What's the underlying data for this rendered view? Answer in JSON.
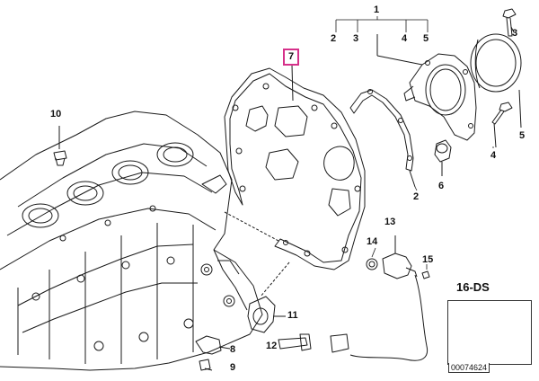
{
  "diagram": {
    "callouts": {
      "c1": "1",
      "c2a": "2",
      "c3a": "3",
      "c4a": "4",
      "c5a": "5",
      "c3b": "3",
      "c5b": "5",
      "c4b": "4",
      "c2b": "2",
      "c6": "6",
      "c7": "7",
      "c10": "10",
      "c13": "13",
      "c14": "14",
      "c15": "15",
      "c11": "11",
      "c12": "12",
      "c8": "8",
      "c9": "9"
    },
    "model_label": "16-DS",
    "reference_id": "00074624",
    "highlight_color": "#d6318a"
  }
}
